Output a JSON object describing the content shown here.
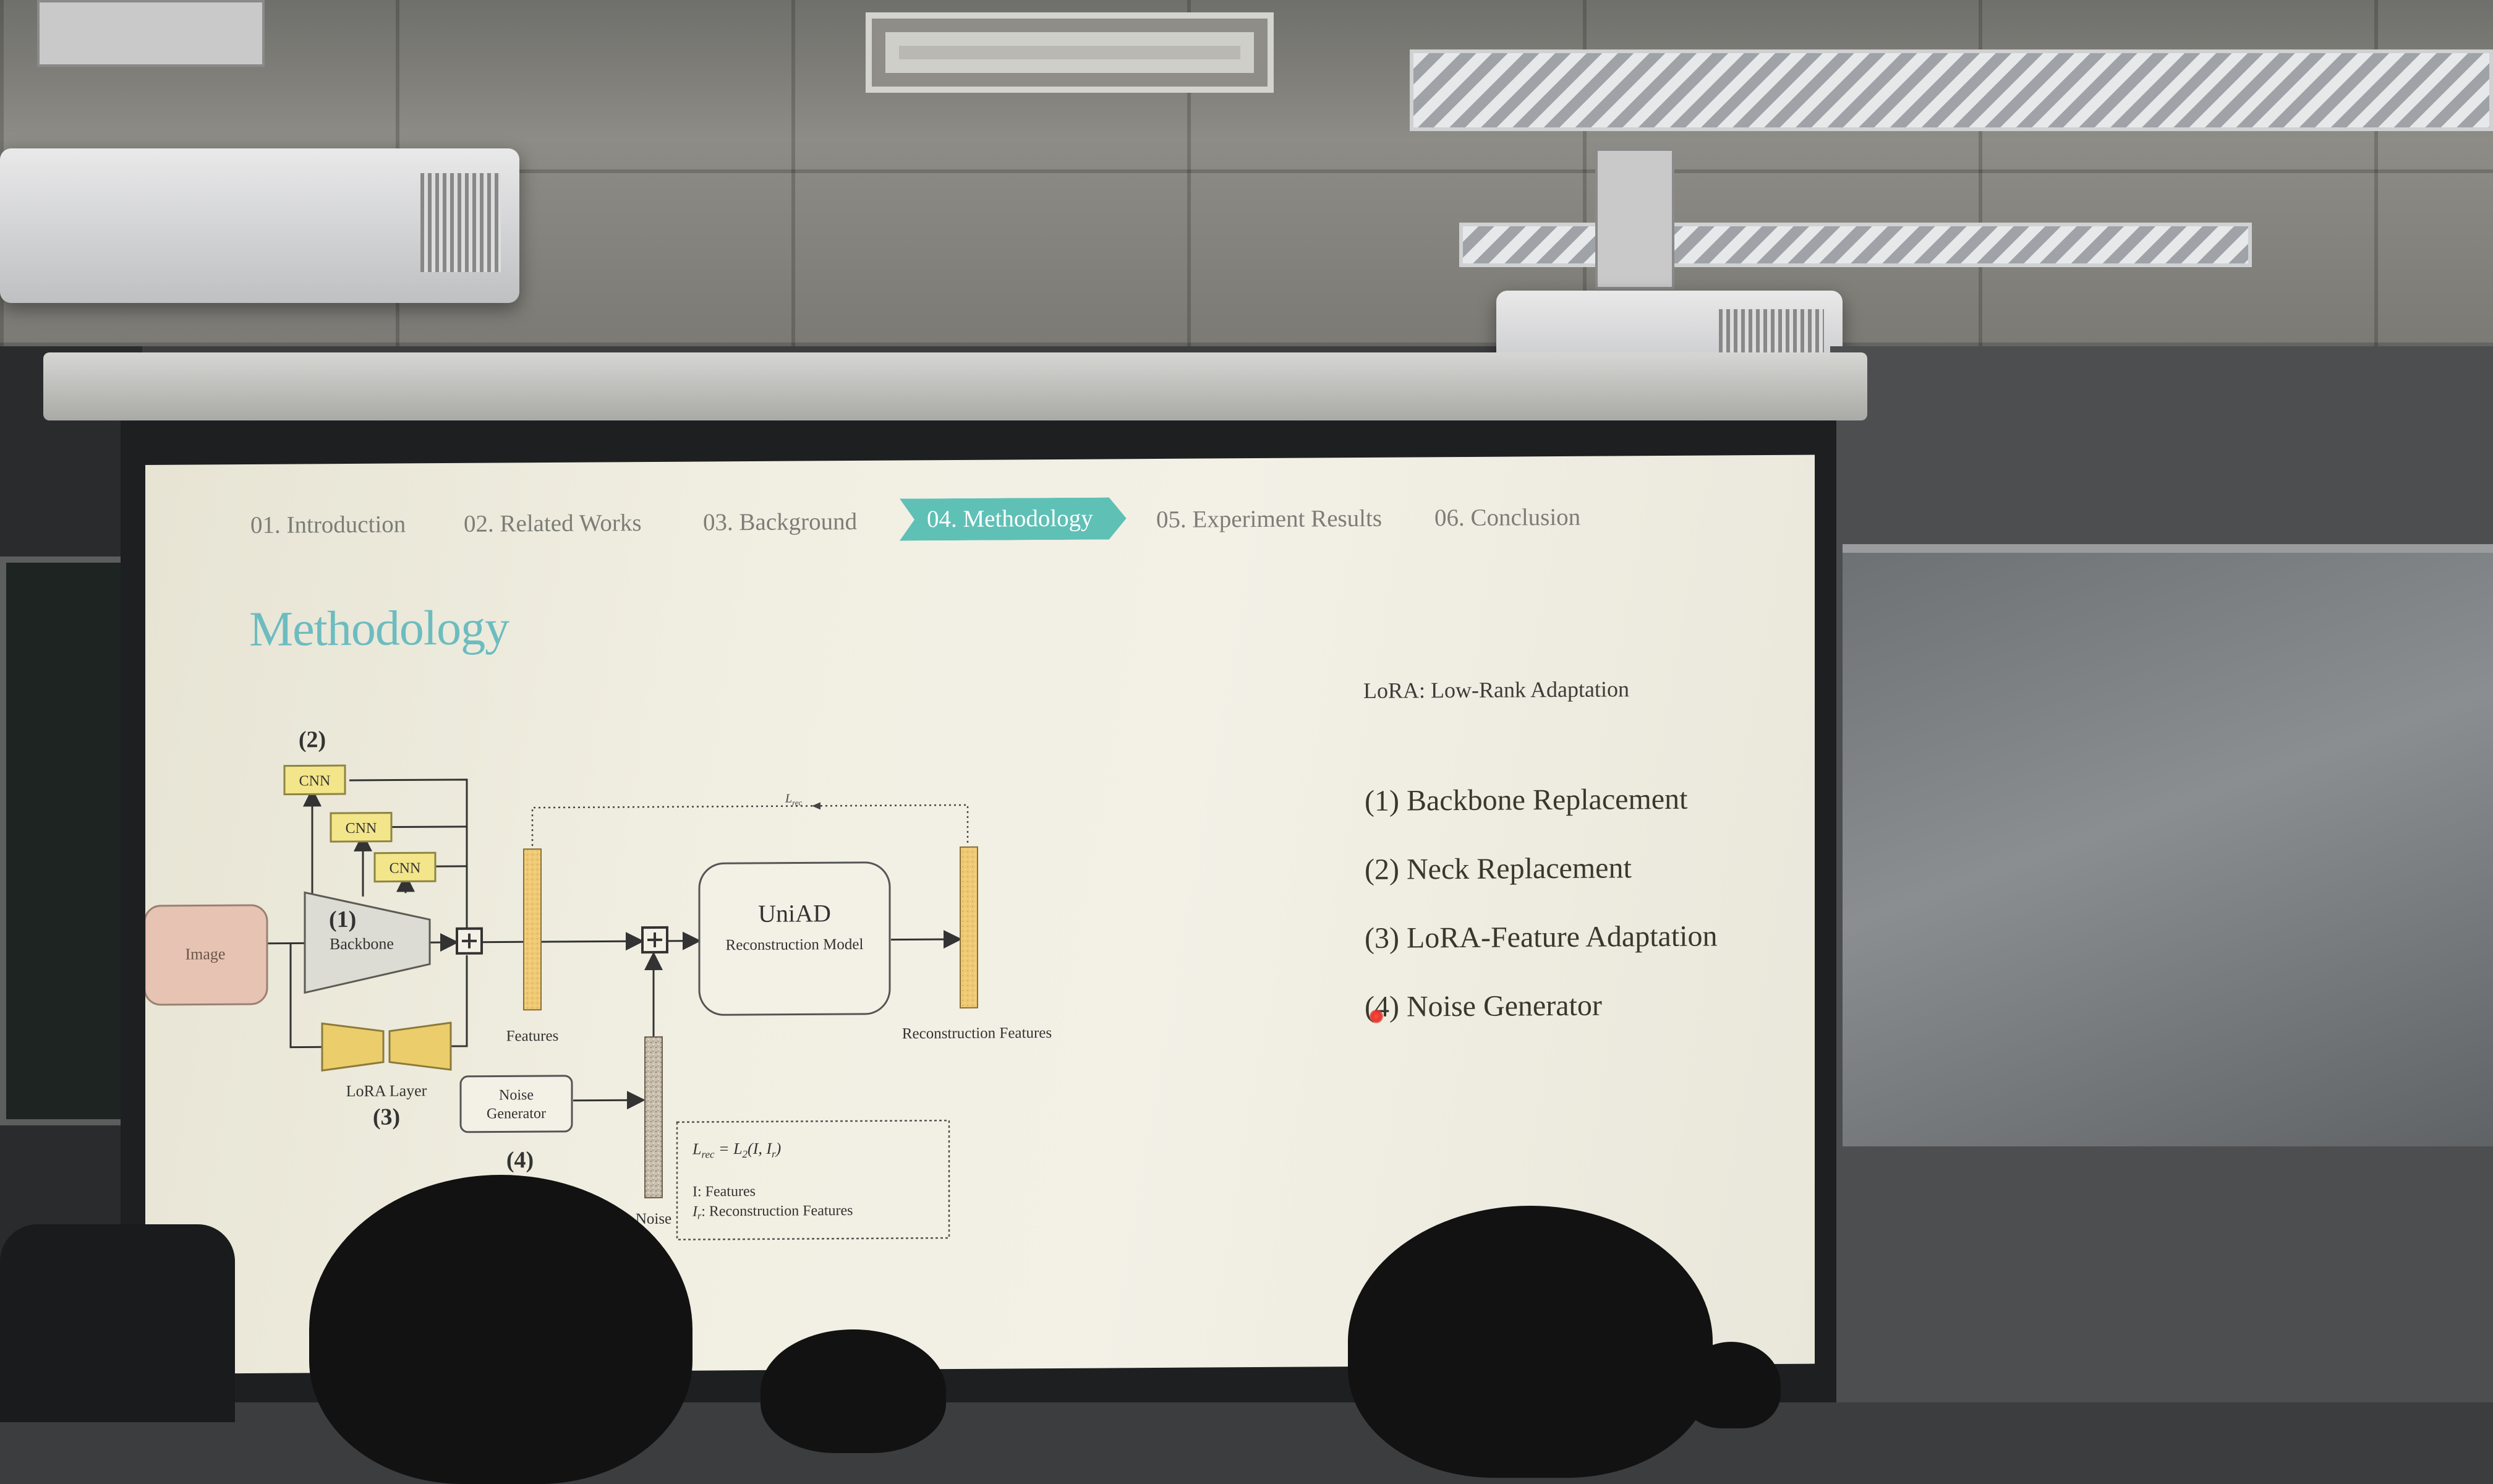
{
  "slide": {
    "nav": [
      "01. Introduction",
      "02. Related Works",
      "03. Background",
      "04. Methodology",
      "05. Experiment Results",
      "06. Conclusion"
    ],
    "active_nav": "04. Methodology",
    "title": "Methodology",
    "lora_note": "LoRA: Low-Rank Adaptation",
    "bullets": [
      "(1) Backbone Replacement",
      "(2) Neck Replacement",
      "(3) LoRA-Feature Adaptation",
      "(4) Noise Generator"
    ],
    "colors": {
      "accent": "#5fc0b6",
      "title": "#6cbcc0",
      "cnn_fill": "#f3e58a",
      "lora_fill": "#eccd6c",
      "image_fill": "#e7c3b3",
      "backbone_fill": "#dcdcd4",
      "feature_fill": "#efc974"
    },
    "diagram": {
      "labels": {
        "n2": "(2)",
        "cnn": "CNN",
        "n1": "(1)",
        "backbone": "Backbone",
        "image": "Image",
        "lora_layer": "LoRA Layer",
        "n3": "(3)",
        "noise_gen_1": "Noise",
        "noise_gen_2": "Generator",
        "n4": "(4)",
        "features": "Features",
        "noise": "Noise",
        "uniad": "UniAD",
        "recon_model": "Reconstruction Model",
        "recon_features": "Reconstruction Features",
        "lrec_top": "L",
        "lrec_top_sub": "rec",
        "eq_lhs": "L",
        "eq_lhs_sub": "rec",
        "eq_mid": " = L",
        "eq_mid_sub": "2",
        "eq_rhs": "(I, I",
        "eq_rhs_sub": "r",
        "eq_close": ")",
        "legend_i": "I: Features",
        "legend_ir_1": "I",
        "legend_ir_sub": "r",
        "legend_ir_2": ": Reconstruction Features"
      }
    }
  }
}
